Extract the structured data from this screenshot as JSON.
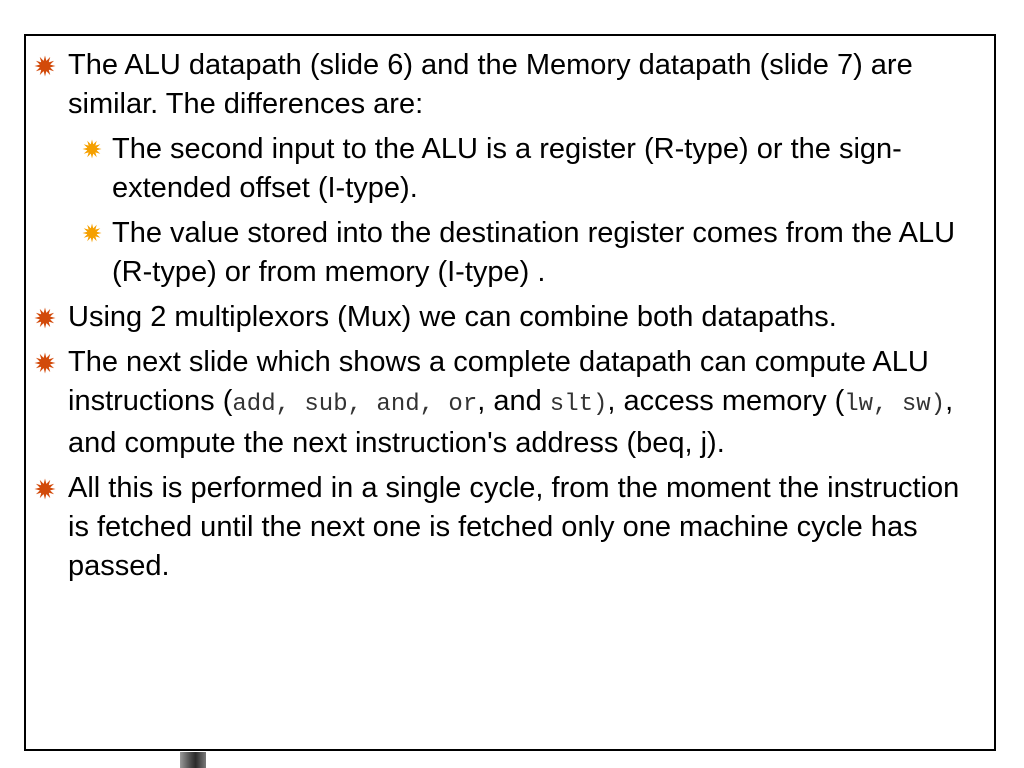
{
  "colors": {
    "bullet_primary": "#d24a0a",
    "bullet_secondary": "#f5a000",
    "text": "#000000",
    "code_text": "#333333",
    "border": "#000000"
  },
  "bullets": [
    {
      "text": "The ALU datapath (slide 6) and the Memory datapath (slide 7) are similar. The differences are:",
      "sub": [
        "The second input to the ALU is a register (R-type) or the sign-extended offset (I-type).",
        "The value stored into the destination register comes from the ALU (R-type) or from memory (I-type) ."
      ]
    },
    {
      "text": "Using 2 multiplexors (Mux) we can combine both datapaths."
    },
    {
      "parts": [
        "The next slide which shows a complete datapath can compute ALU instructions (",
        "add, sub, and, or",
        ", and ",
        "slt)",
        ", access memory (",
        "lw, sw)",
        ", and compute the next instruction's address (beq, j)."
      ]
    },
    {
      "text": "All this is performed in a single cycle, from the moment the instruction is fetched until the next one is fetched only one machine cycle has passed."
    }
  ]
}
